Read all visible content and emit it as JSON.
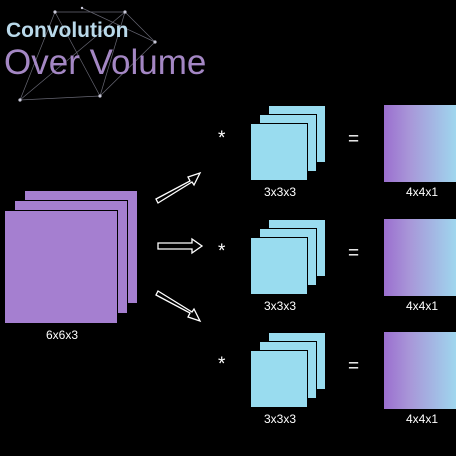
{
  "title": {
    "line1": "Convolution",
    "line2": "Over Volume"
  },
  "input": {
    "label": "6x6x3"
  },
  "rows": [
    {
      "operator": "*",
      "filter_label": "3x3x3",
      "equals": "=",
      "output_label": "4x4x1"
    },
    {
      "operator": "*",
      "filter_label": "3x3x3",
      "equals": "=",
      "output_label": "4x4x1"
    },
    {
      "operator": "*",
      "filter_label": "3x3x3",
      "equals": "=",
      "output_label": "4x4x1"
    }
  ],
  "colors": {
    "input": "#a57fd0",
    "filter": "#99dcef",
    "output_start": "#9b6fcf",
    "output_end": "#9fd6ee",
    "background": "#000000"
  }
}
